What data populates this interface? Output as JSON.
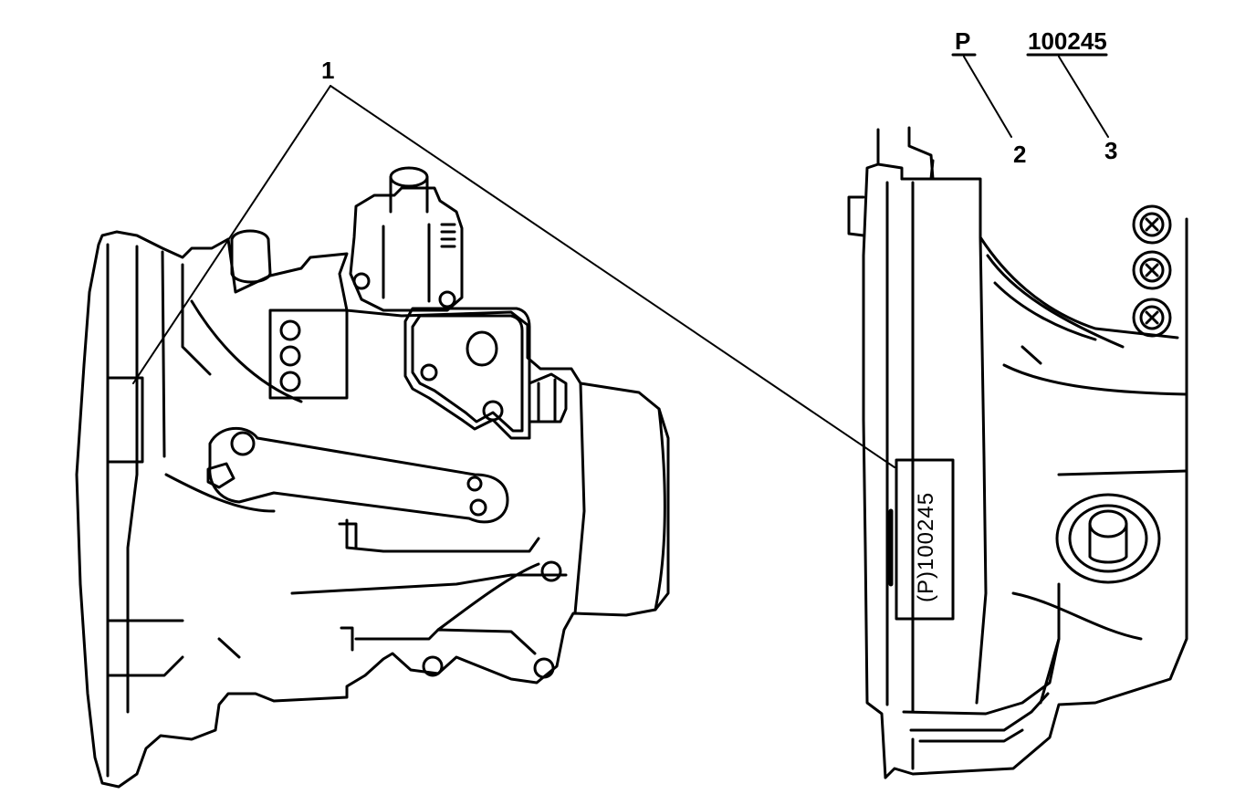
{
  "callouts": {
    "c1": "1",
    "c2": "2",
    "c3": "3"
  },
  "code_letter": "P",
  "code_number": "100245",
  "plate_text": "(P)100245",
  "colors": {
    "line": "#000000",
    "background": "#ffffff"
  }
}
